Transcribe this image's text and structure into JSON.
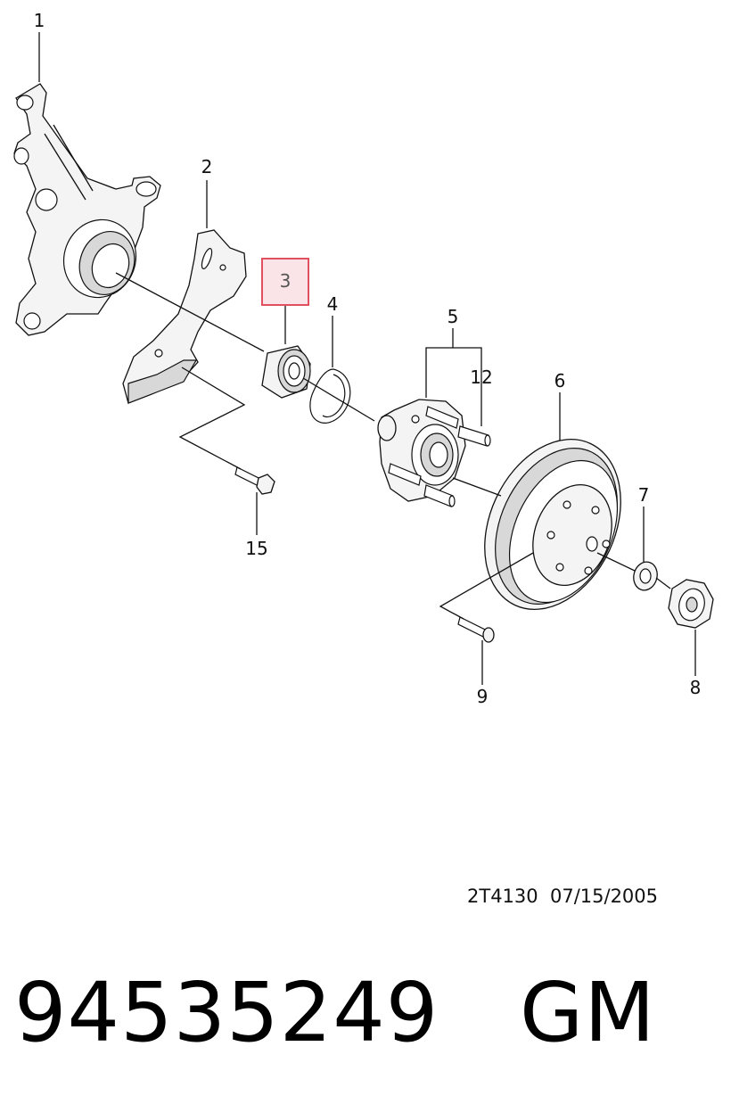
{
  "callouts": {
    "c1": "1",
    "c2": "2",
    "c3": "3",
    "c4": "4",
    "c5": "5",
    "c6": "6",
    "c7": "7",
    "c8": "8",
    "c9": "9",
    "c12": "12",
    "c15": "15"
  },
  "highlighted_part": "3",
  "drawing_code": "2T4130  07/15/2005",
  "footer": {
    "part_number": "94535249",
    "brand": "GM"
  },
  "colors": {
    "highlight_fill": "#fbe4e7",
    "highlight_border": "#e05060"
  }
}
